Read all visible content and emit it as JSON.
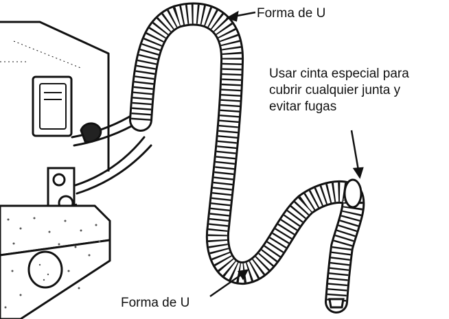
{
  "labels": {
    "u_shape_top": "Forma de U",
    "u_shape_bottom": "Forma de U",
    "tape_note": [
      "Usar cinta especial para",
      "cubrir cualquier junta y",
      "evitar fugas"
    ]
  },
  "colors": {
    "ink": "#111111",
    "stipple": "#555555",
    "background": "#ffffff"
  }
}
